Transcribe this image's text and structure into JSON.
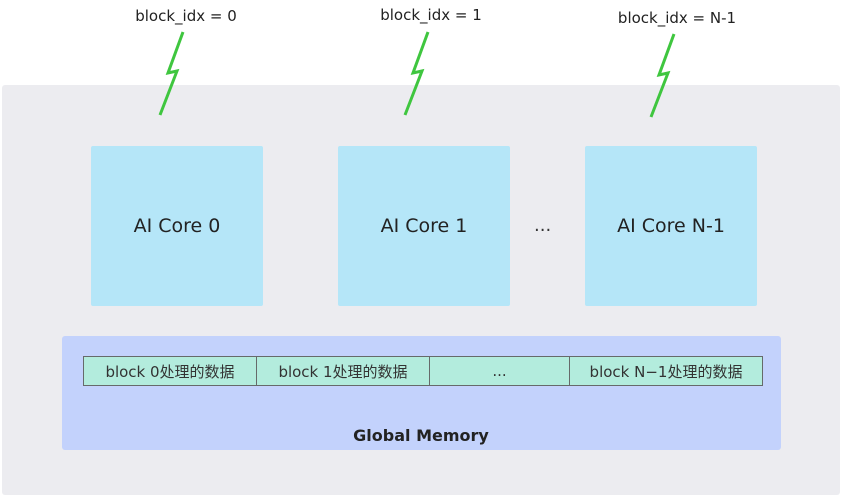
{
  "block_labels": [
    "block_idx = 0",
    "block_idx = 1",
    "block_idx = N-1"
  ],
  "cores": [
    "AI Core 0",
    "AI Core 1",
    "AI Core N-1"
  ],
  "core_ellipsis": "...",
  "data_cells": [
    "block 0处理的数据",
    "block 1处理的数据",
    "...",
    "block N−1处理的数据"
  ],
  "memory_title": "Global Memory",
  "colors": {
    "panel_bg": "#ececf0",
    "core_fill": "#b5e6f8",
    "memory_fill": "#c3d2fc",
    "cell_fill": "#b3ecdd",
    "bolt_stroke": "#3fc63f"
  }
}
